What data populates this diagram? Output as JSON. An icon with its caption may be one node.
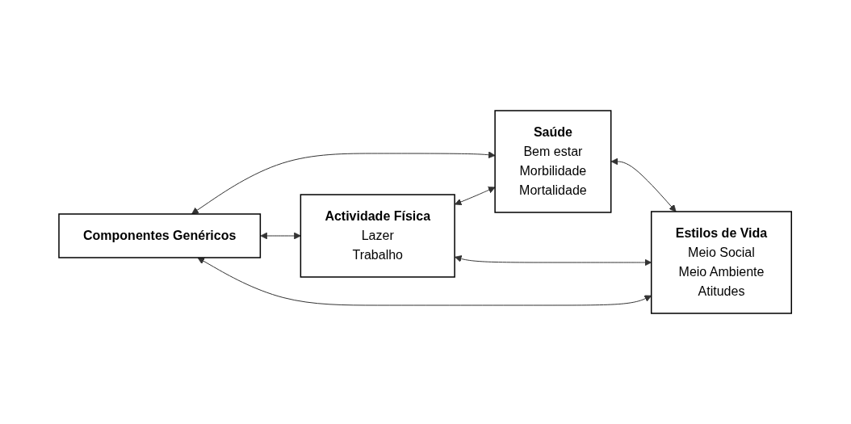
{
  "diagram": {
    "nodes": [
      {
        "text": [
          "Componentes Genéricos"
        ]
      },
      {
        "text": [
          "Actividade Física",
          "Lazer",
          "Trabalho"
        ]
      },
      {
        "text": [
          "Saúde",
          "Bem estar",
          "Morbilidade",
          "Mortalidade"
        ]
      },
      {
        "text": [
          "Estilos de Vida",
          "Meio Social",
          "Meio Ambiente",
          "Atitudes"
        ]
      }
    ],
    "edges": [
      {
        "from": 0,
        "to": 2,
        "arrow": "both"
      },
      {
        "from": 0,
        "to": 1,
        "arrow": "both"
      },
      {
        "from": 1,
        "to": 2,
        "arrow": "both"
      },
      {
        "from": 0,
        "to": 3,
        "arrow": "both"
      },
      {
        "from": 1,
        "to": 3,
        "arrow": "both"
      },
      {
        "from": 2,
        "to": 3,
        "arrow": "both"
      }
    ]
  }
}
